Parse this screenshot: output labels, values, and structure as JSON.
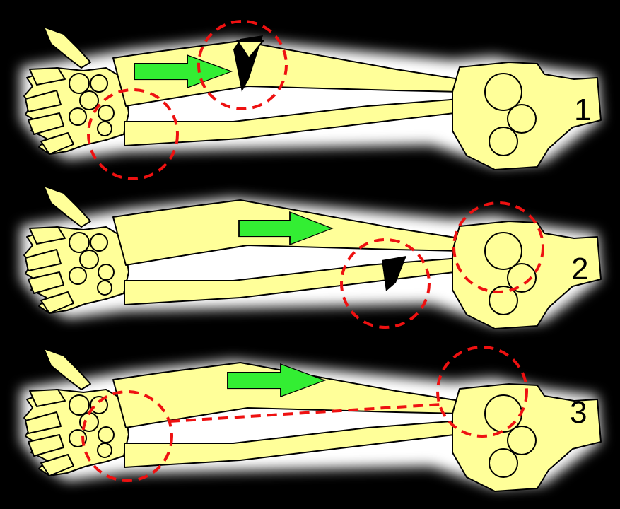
{
  "colors": {
    "background": "#000000",
    "bone_fill": "#FFFF99",
    "bone_outline": "#000000",
    "halo": "#FFFFFF",
    "arrow": "#33EE33",
    "injury_marker": "#EE1111"
  },
  "panels": [
    {
      "label": "1",
      "arrow_icon": "green-arrow",
      "markers": [
        "dashed-circle",
        "dashed-circle"
      ]
    },
    {
      "label": "2",
      "arrow_icon": "green-arrow",
      "markers": [
        "dashed-circle",
        "dashed-circle"
      ]
    },
    {
      "label": "3",
      "arrow_icon": "green-arrow",
      "markers": [
        "dashed-circle",
        "dashed-circle",
        "dashed-line"
      ]
    }
  ]
}
